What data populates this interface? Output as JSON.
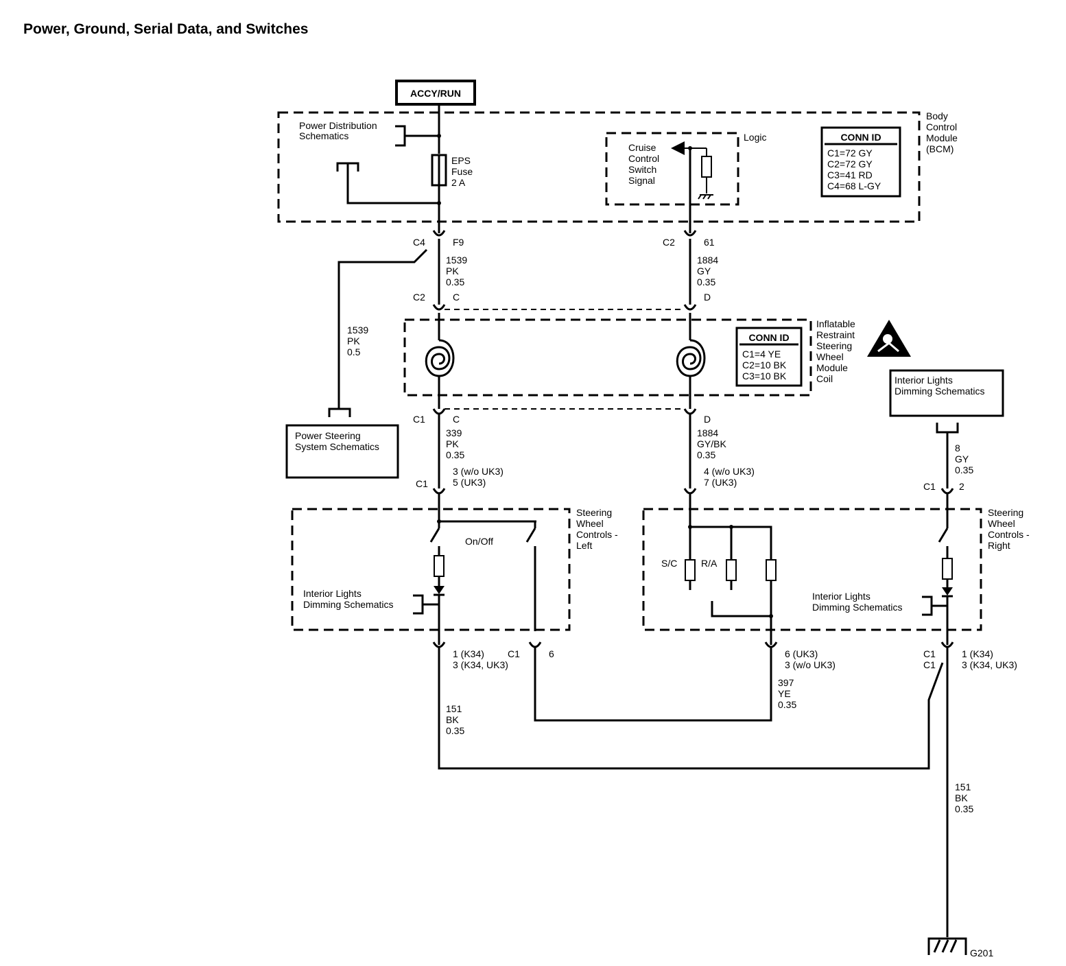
{
  "title": "Power, Ground, Serial Data, and Switches",
  "power_source": "ACCY/RUN",
  "bcm": {
    "name": [
      "Body",
      "Control",
      "Module",
      "(BCM)"
    ],
    "power_dist": [
      "Power Distribution",
      "Schematics"
    ],
    "fuse": [
      "EPS",
      "Fuse",
      "2 A"
    ],
    "logic_label": "Logic",
    "cruise_signal": [
      "Cruise",
      "Control",
      "Switch",
      "Signal"
    ],
    "conn_title": "CONN ID",
    "conn_ids": [
      "C1=72 GY",
      "C2=72 GY",
      "C3=41 RD",
      "C4=68 L-GY"
    ],
    "left_conn": "C4",
    "left_pin": "F9",
    "right_conn": "C2",
    "right_pin": "61"
  },
  "wires": {
    "w1539_pk_035": [
      "1539",
      "PK",
      "0.35"
    ],
    "w1884_gy_035": [
      "1884",
      "GY",
      "0.35"
    ],
    "w1539_pk_05": [
      "1539",
      "PK",
      "0.5"
    ],
    "w339_pk_035": [
      "339",
      "PK",
      "0.35"
    ],
    "w1884_gybk_035": [
      "1884",
      "GY/BK",
      "0.35"
    ],
    "w8_gy_035": [
      "8",
      "GY",
      "0.35"
    ],
    "w397_ye_035": [
      "397",
      "YE",
      "0.35"
    ],
    "w151_bk_035_left": [
      "151",
      "BK",
      "0.35"
    ],
    "w151_bk_035_right": [
      "151",
      "BK",
      "0.35"
    ]
  },
  "coil": {
    "name": [
      "Inflatable",
      "Restraint",
      "Steering",
      "Wheel",
      "Module",
      "Coil"
    ],
    "conn_title": "CONN ID",
    "conn_ids": [
      "C1=4 YE",
      "C2=10 BK",
      "C3=10 BK"
    ],
    "top_conn": "C2",
    "top_pin_left": "C",
    "top_pin_right": "D",
    "bottom_conn": "C1",
    "bottom_pin_left": "C",
    "bottom_pin_right": "D"
  },
  "power_steering": [
    "Power Steering",
    "System Schematics"
  ],
  "dimming_top": [
    "Interior Lights",
    "Dimming Schematics"
  ],
  "swc_left": {
    "name": [
      "Steering",
      "Wheel",
      "Controls -",
      "Left"
    ],
    "conn": "C1",
    "pins": [
      "3 (w/o UK3)",
      "5 (UK3)"
    ],
    "switch_label": "On/Off",
    "dimming": [
      "Interior Lights",
      "Dimming Schematics"
    ],
    "bottom_pins": [
      "1 (K34)",
      "3 (K34, UK3)"
    ],
    "bottom_conn2": "C1",
    "bottom_pin2": "6"
  },
  "swc_center": {
    "conn_pins": [
      "4 (w/o UK3)",
      "7 (UK3)"
    ],
    "sc_label": "S/C",
    "ra_label": "R/A",
    "bottom_pins": [
      "6 (UK3)",
      "3 (w/o UK3)"
    ]
  },
  "swc_right": {
    "name": [
      "Steering",
      "Wheel",
      "Controls -",
      "Right"
    ],
    "conn": "C1",
    "pin": "2",
    "dimming": [
      "Interior Lights",
      "Dimming Schematics"
    ],
    "bottom_conns": [
      "C1",
      "C1"
    ],
    "bottom_pins": [
      "1 (K34)",
      "3 (K34, UK3)"
    ]
  },
  "ground": "G201"
}
